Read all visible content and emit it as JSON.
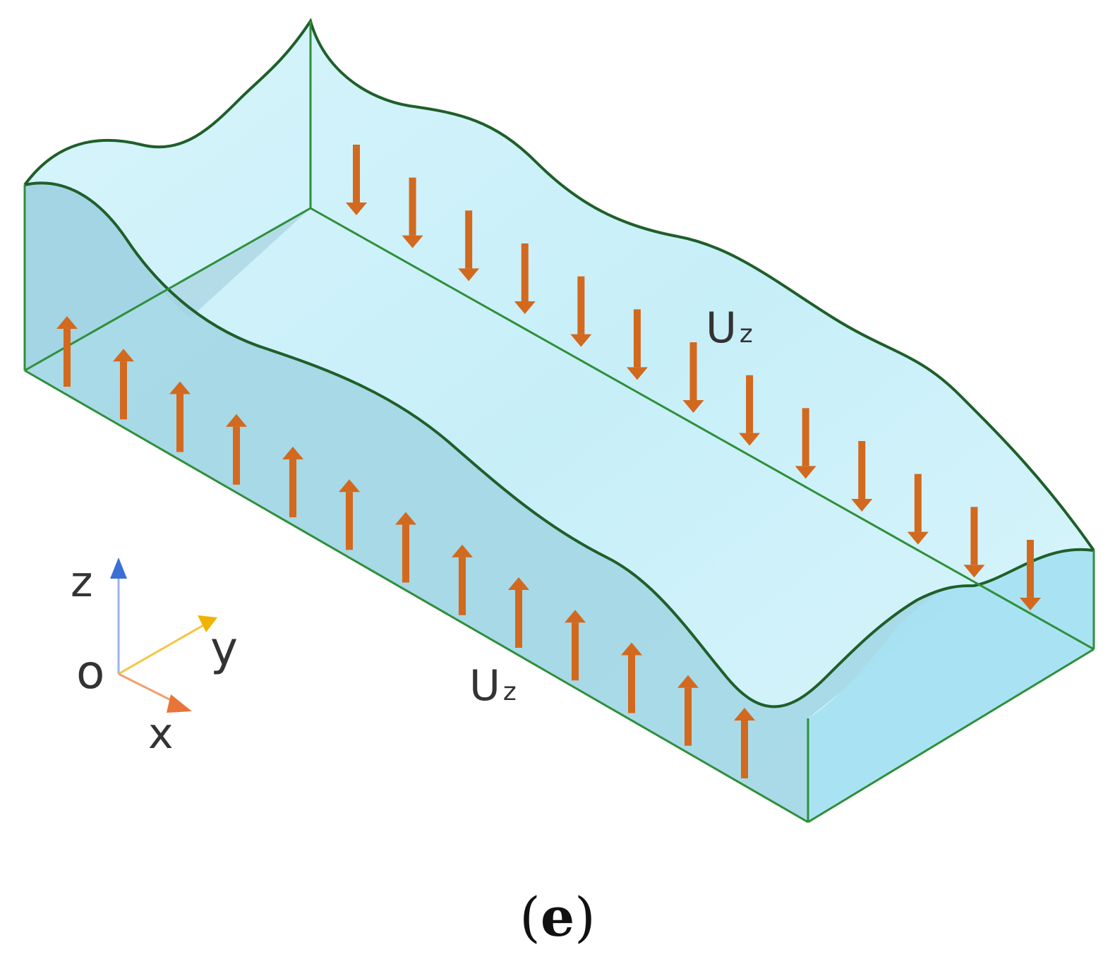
{
  "diagram": {
    "upper_arrows_label": {
      "main": "U",
      "sub": "z"
    },
    "lower_arrows_label": {
      "main": "U",
      "sub": "z"
    },
    "axes": {
      "z": "z",
      "y": "y",
      "x": "x",
      "origin": "o"
    },
    "caption": {
      "open": "(",
      "letter": "e",
      "close": ")"
    },
    "upper_arrow_count": 13,
    "lower_arrow_count": 13,
    "upper_arrow_direction": "down",
    "lower_arrow_direction": "up"
  },
  "colors": {
    "outline": "#2f8f3a",
    "outline_dark": "#1f5f2a",
    "fluid_light": "#c8f0fa",
    "fluid_side": "#a7d8e6",
    "fluid_end": "#a6e2f2",
    "arrow": "#d2691e",
    "axis_z": "#3b6fd6",
    "axis_y": "#f0b400",
    "axis_x": "#e8743a"
  }
}
